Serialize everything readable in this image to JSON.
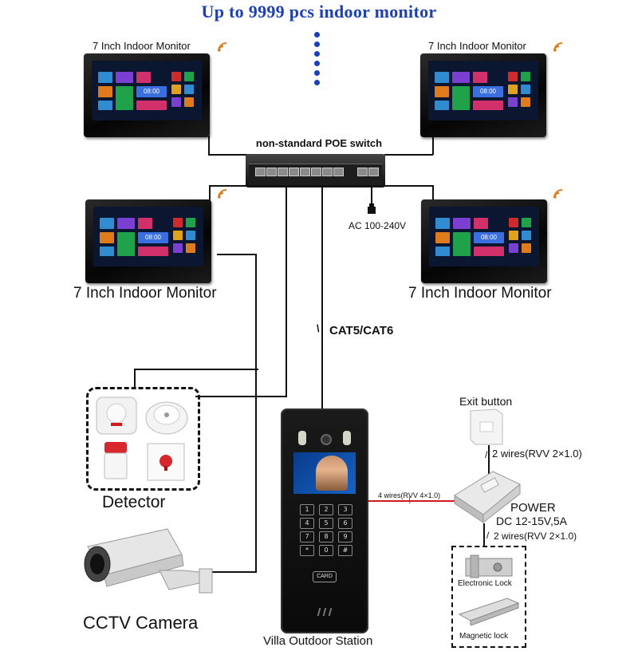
{
  "title": "Up to 9999 pcs indoor monitor",
  "monitors": {
    "top_left_label": "7 Inch Indoor Monitor",
    "top_right_label": "7 Inch Indoor Monitor",
    "bottom_left_label": "7 Inch Indoor Monitor",
    "bottom_right_label": "7 Inch Indoor Monitor",
    "screen_time": "08:00"
  },
  "switch": {
    "label": "non-standard POE switch",
    "power_label": "AC 100-240V"
  },
  "cable_label": "CAT5/CAT6",
  "detector_label": "Detector",
  "cctv_label": "CCTV Camera",
  "outdoor_station": {
    "label": "Villa Outdoor Station",
    "card_label": "CARD",
    "keys": [
      "1",
      "2",
      "3",
      "4",
      "5",
      "6",
      "7",
      "8",
      "9",
      "*",
      "0",
      "#"
    ]
  },
  "wiring": {
    "station_to_power": "4 wires(RVV 4×1.0)",
    "exit_to_power": "2 wires(RVV 2×1.0)",
    "power_to_lock": "2 wires(RVV 2×1.0)"
  },
  "exit_button_label": "Exit button",
  "power": {
    "line1": "POWER",
    "line2": "DC 12-15V,5A"
  },
  "locks": {
    "electronic": "Electronic Lock",
    "magnetic": "Magnetic lock"
  },
  "colors": {
    "title": "#1a3fbf",
    "wire": "#111111",
    "station_wire": "#d21a1a"
  }
}
